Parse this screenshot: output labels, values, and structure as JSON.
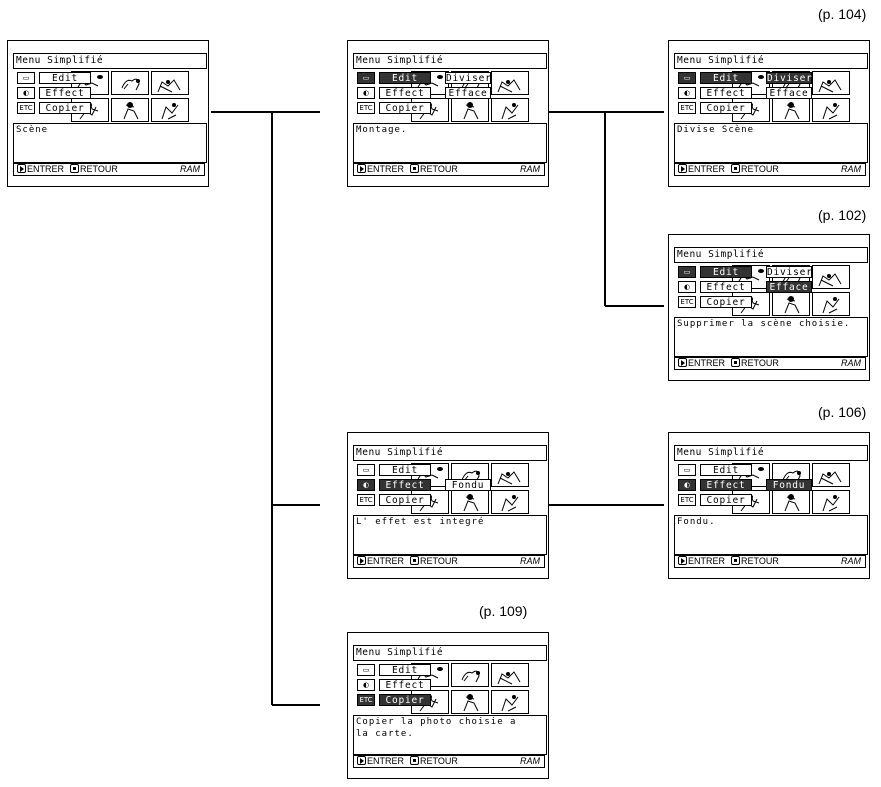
{
  "menu": {
    "title": "Menu Simplifié",
    "items": [
      "Edit",
      "Effect",
      "Copier"
    ],
    "icons": [
      "screen-icon",
      "effect-icon",
      "etc-icon"
    ],
    "etc_label": "ETC"
  },
  "footer": {
    "enter": "ENTRER",
    "back": "RETOUR",
    "media": "RAM"
  },
  "screens": {
    "root": {
      "message": "Scène"
    },
    "edit": {
      "submenu": [
        "Diviser",
        "Efface"
      ],
      "message": "Montage."
    },
    "diviser": {
      "submenu": [
        "Diviser",
        "Efface"
      ],
      "message": "Divise Scène",
      "page_ref": "(p. 104)"
    },
    "efface": {
      "submenu": [
        "Diviser",
        "Efface"
      ],
      "message": "Supprimer la scène choisie.",
      "page_ref": "(p. 102)"
    },
    "effect": {
      "submenu": [
        "Fondu"
      ],
      "message": "L' effet est integré"
    },
    "fondu": {
      "submenu": [
        "Fondu"
      ],
      "message": "Fondu.",
      "page_ref": "(p. 106)"
    },
    "copier": {
      "message": "Copier la photo choisie a\nla carte.",
      "page_ref": "(p. 109)"
    }
  },
  "colors": {
    "selected": "#333333",
    "line": "#000000"
  }
}
